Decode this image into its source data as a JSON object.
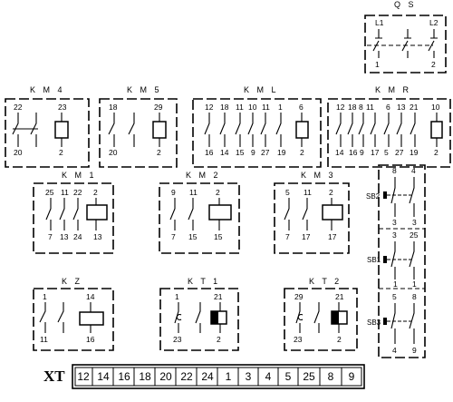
{
  "modules": {
    "qs": {
      "title": "Q S",
      "top": [
        "L1",
        "L2"
      ],
      "bottom": [
        "1",
        "2"
      ]
    },
    "km4": {
      "title": "K M 4",
      "top": [
        "22",
        "23"
      ],
      "bottom": [
        "20",
        "2"
      ]
    },
    "km5": {
      "title": "K M 5",
      "top": [
        "18",
        "29"
      ],
      "bottom": [
        "20",
        "2"
      ]
    },
    "kml": {
      "title": "K M L",
      "top": [
        "12",
        "18",
        "11",
        "10",
        "11",
        "1",
        "6"
      ],
      "bottom": [
        "16",
        "14",
        "15",
        "9",
        "27",
        "19",
        "2"
      ]
    },
    "kmr": {
      "title": "K M R",
      "top": [
        "12",
        "18",
        "8",
        "11",
        "6",
        "13",
        "21",
        "10"
      ],
      "bottom": [
        "14",
        "16",
        "9",
        "17",
        "5",
        "27",
        "19",
        "2"
      ]
    },
    "km1": {
      "title": "K M 1",
      "top": [
        "25",
        "11",
        "22",
        "2"
      ],
      "bottom": [
        "7",
        "13",
        "24",
        "13"
      ]
    },
    "km2": {
      "title": "K M 2",
      "top": [
        "9",
        "11",
        "2"
      ],
      "bottom": [
        "7",
        "15",
        "15"
      ]
    },
    "km3": {
      "title": "K M 3",
      "top": [
        "5",
        "11",
        "2"
      ],
      "bottom": [
        "7",
        "17",
        "17"
      ]
    },
    "kz": {
      "title": "K Z",
      "top": [
        "1",
        "14"
      ],
      "bottom": [
        "11",
        "16"
      ]
    },
    "kt1": {
      "title": "K T 1",
      "top": [
        "1",
        "21"
      ],
      "bottom": [
        "23",
        "2"
      ]
    },
    "kt2": {
      "title": "K T 2",
      "top": [
        "29",
        "21"
      ],
      "bottom": [
        "23",
        "2"
      ]
    }
  },
  "buttons": {
    "sb2": {
      "label": "SB2",
      "top": [
        "8",
        "4"
      ],
      "bottom": [
        "3",
        "3"
      ]
    },
    "sb1": {
      "label": "SB1",
      "top": [
        "3",
        "25"
      ],
      "bottom": [
        "1",
        "1"
      ]
    },
    "sb3": {
      "label": "SB3",
      "top": [
        "5",
        "8"
      ],
      "bottom": [
        "4",
        "9"
      ]
    }
  },
  "terminal_strip": {
    "label": "XT",
    "cells": [
      "12",
      "14",
      "16",
      "18",
      "20",
      "22",
      "24",
      "1",
      "3",
      "4",
      "5",
      "25",
      "8",
      "9"
    ]
  }
}
